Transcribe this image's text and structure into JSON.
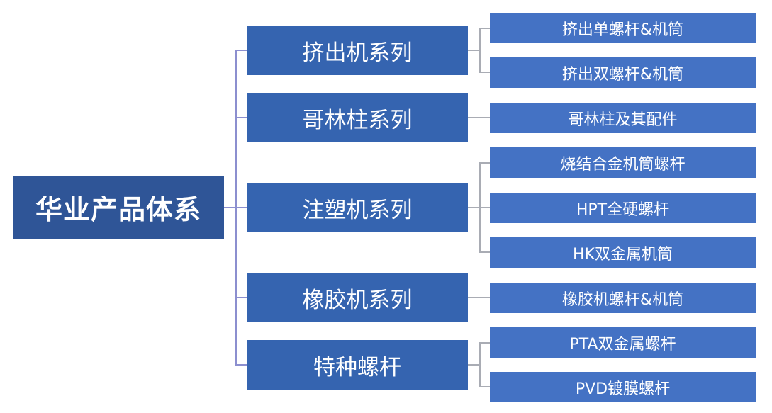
{
  "diagram": {
    "title": "华业产品体系",
    "colors": {
      "root": "#2f5597",
      "level1": "#3564b0",
      "level2": "#4472c4",
      "connector_main": "#8c8fcf",
      "connector_sub": "#a9acb4",
      "text": "#ffffff"
    },
    "categories": [
      {
        "label": "挤出机系列",
        "items": [
          "挤出单螺杆&机筒",
          "挤出双螺杆&机筒"
        ]
      },
      {
        "label": "哥林柱系列",
        "items": [
          "哥林柱及其配件"
        ]
      },
      {
        "label": "注塑机系列",
        "items": [
          "烧结合金机筒螺杆",
          "HPT全硬螺杆",
          "HK双金属机筒"
        ]
      },
      {
        "label": "橡胶机系列",
        "items": [
          "橡胶机螺杆&机筒"
        ]
      },
      {
        "label": "特种螺杆",
        "items": [
          "PTA双金属螺杆",
          "PVD镀膜螺杆"
        ]
      }
    ]
  }
}
